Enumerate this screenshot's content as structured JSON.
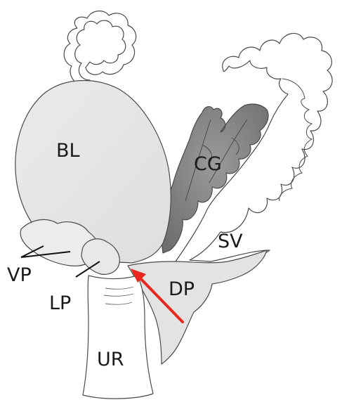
{
  "diagram": {
    "labels": {
      "bl": "BL",
      "cg": "CG",
      "sv": "SV",
      "vp": "VP",
      "lp": "LP",
      "dp": "DP",
      "ur": "UR"
    },
    "colors": {
      "background": "#ffffff",
      "outline": "#4a4a4a",
      "light_fill": "#e6e6e6",
      "lighter_fill": "#efefef",
      "coagulating_gland_fill": "#8a8a8a",
      "seminal_vesicle_fill": "#ffffff",
      "arrow": "#e8281e",
      "leader_line": "#111111"
    }
  }
}
